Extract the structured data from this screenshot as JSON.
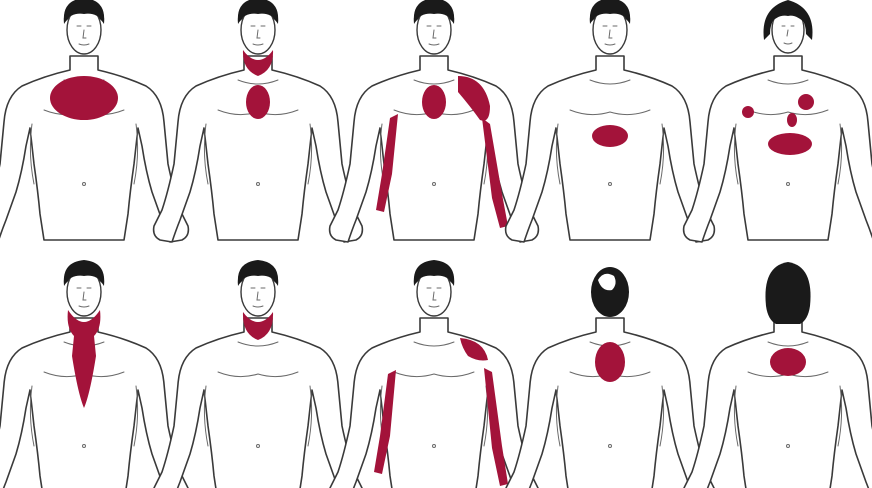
{
  "colors": {
    "pain": "#a3133a",
    "outline": "#3a3a3a",
    "hair": "#1a1a1a",
    "background": "#ffffff"
  },
  "figures": [
    {
      "view": "front",
      "person": "man",
      "pain_areas": [
        "central-chest"
      ]
    },
    {
      "view": "front",
      "person": "man",
      "pain_areas": [
        "jaw",
        "upper-chest"
      ]
    },
    {
      "view": "front",
      "person": "man",
      "pain_areas": [
        "left-shoulder",
        "chest",
        "left-arm",
        "right-arm"
      ]
    },
    {
      "view": "front",
      "person": "man",
      "pain_areas": [
        "upper-abdomen"
      ]
    },
    {
      "view": "front",
      "person": "woman",
      "pain_areas": [
        "right-shoulder",
        "left-chest",
        "chest",
        "lower-chest"
      ]
    },
    {
      "view": "front",
      "person": "man",
      "pain_areas": [
        "jaw",
        "neck",
        "sternum"
      ]
    },
    {
      "view": "front",
      "person": "man",
      "pain_areas": [
        "jaw"
      ]
    },
    {
      "view": "front",
      "person": "man",
      "pain_areas": [
        "left-shoulder",
        "left-arm",
        "right-arm"
      ]
    },
    {
      "view": "back",
      "person": "man",
      "pain_areas": [
        "upper-back"
      ]
    },
    {
      "view": "back",
      "person": "woman",
      "pain_areas": [
        "between-shoulder-blades"
      ]
    }
  ]
}
